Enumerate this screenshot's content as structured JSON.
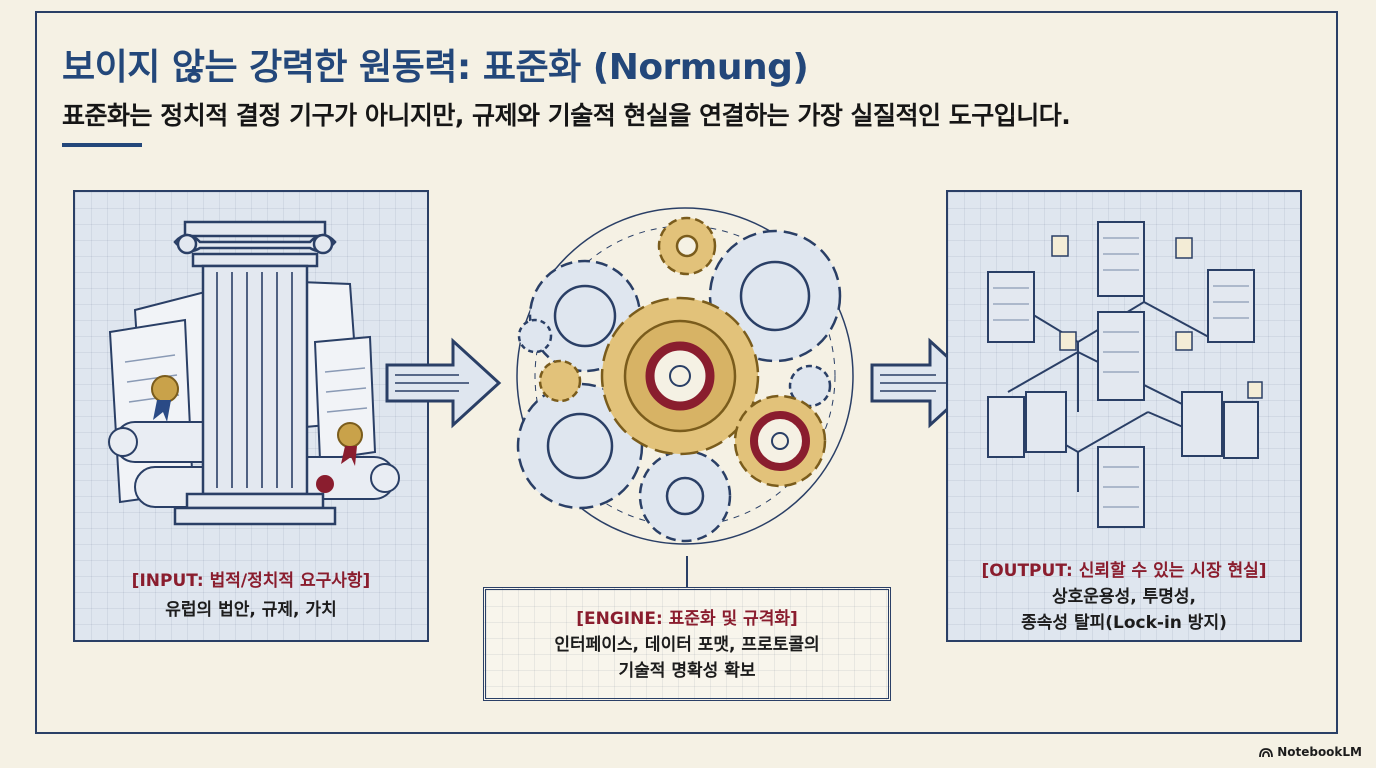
{
  "header": {
    "title": "보이지 않는 강력한 원동력: 표준화 (Normung)",
    "subtitle": "표준화는 정치적 결정 기구가 아니지만, 규제와 기술적 현실을 연결하는 가장 실질적인 도구입니다."
  },
  "input": {
    "heading": "[INPUT: 법적/정치적 요구사항]",
    "lines": [
      "유럽의 법안, 규제, 가치"
    ],
    "icon": "classical-column-documents-icon"
  },
  "engine": {
    "heading": "[ENGINE: 표준화 및 규격화]",
    "lines": [
      "인터페이스, 데이터 포맷, 프로토콜의",
      "기술적 명확성 확보"
    ],
    "icon": "gears-icon"
  },
  "output": {
    "heading": "[OUTPUT: 신뢰할 수 있는 시장 현실]",
    "lines": [
      "상호운용성, 투명성,",
      "종속성 탈피(Lock-in 방지)"
    ],
    "icon": "server-network-icon"
  },
  "brand": {
    "label": "NotebookLM",
    "icon": "notebooklm-logo-icon"
  },
  "colors": {
    "title": "#23477a",
    "accent_red": "#8a1d2e",
    "frame": "#2a3f66",
    "background": "#f5f1e4",
    "gold": "#c9a24a"
  }
}
